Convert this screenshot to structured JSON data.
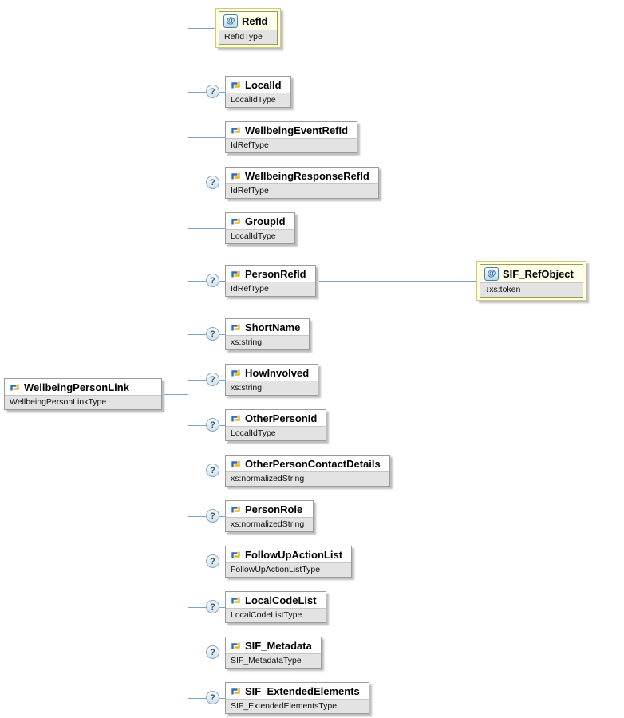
{
  "root": {
    "name": "WellbeingPersonLink",
    "type": "WellbeingPersonLinkType"
  },
  "attribute": {
    "name": "RefId",
    "type": "RefIdType"
  },
  "children": [
    {
      "name": "LocalId",
      "type": "LocalIdType",
      "optional": "?"
    },
    {
      "name": "WellbeingEventRefId",
      "type": "IdRefType",
      "optional": ""
    },
    {
      "name": "WellbeingResponseRefId",
      "type": "IdRefType",
      "optional": "?"
    },
    {
      "name": "GroupId",
      "type": "LocalIdType",
      "optional": ""
    },
    {
      "name": "PersonRefId",
      "type": "IdRefType",
      "optional": "?"
    },
    {
      "name": "ShortName",
      "type": "xs:string",
      "optional": "?"
    },
    {
      "name": "HowInvolved",
      "type": "xs:string",
      "optional": "?"
    },
    {
      "name": "OtherPersonId",
      "type": "LocalIdType",
      "optional": "?"
    },
    {
      "name": "OtherPersonContactDetails",
      "type": "xs:normalizedString",
      "optional": "?"
    },
    {
      "name": "PersonRole",
      "type": "xs:normalizedString",
      "optional": "?"
    },
    {
      "name": "FollowUpActionList",
      "type": "FollowUpActionListType",
      "optional": "?"
    },
    {
      "name": "LocalCodeList",
      "type": "LocalCodeListType",
      "optional": "?"
    },
    {
      "name": "SIF_Metadata",
      "type": "SIF_MetadataType",
      "optional": "?"
    },
    {
      "name": "SIF_ExtendedElements",
      "type": "SIF_ExtendedElementsType",
      "optional": "?"
    }
  ],
  "linked_attribute": {
    "name": "SIF_RefObject",
    "type": "↓xs:token"
  },
  "icons": {
    "attribute_glyph": "@",
    "optional_glyph": "?"
  },
  "colors": {
    "connector": "#7ba6c9",
    "attribute_box_bg": "#ffffd9",
    "type_row_bg": "#e3e3e3",
    "element_icon_blue": "#2f6eb5",
    "element_icon_yellow": "#edb411"
  }
}
